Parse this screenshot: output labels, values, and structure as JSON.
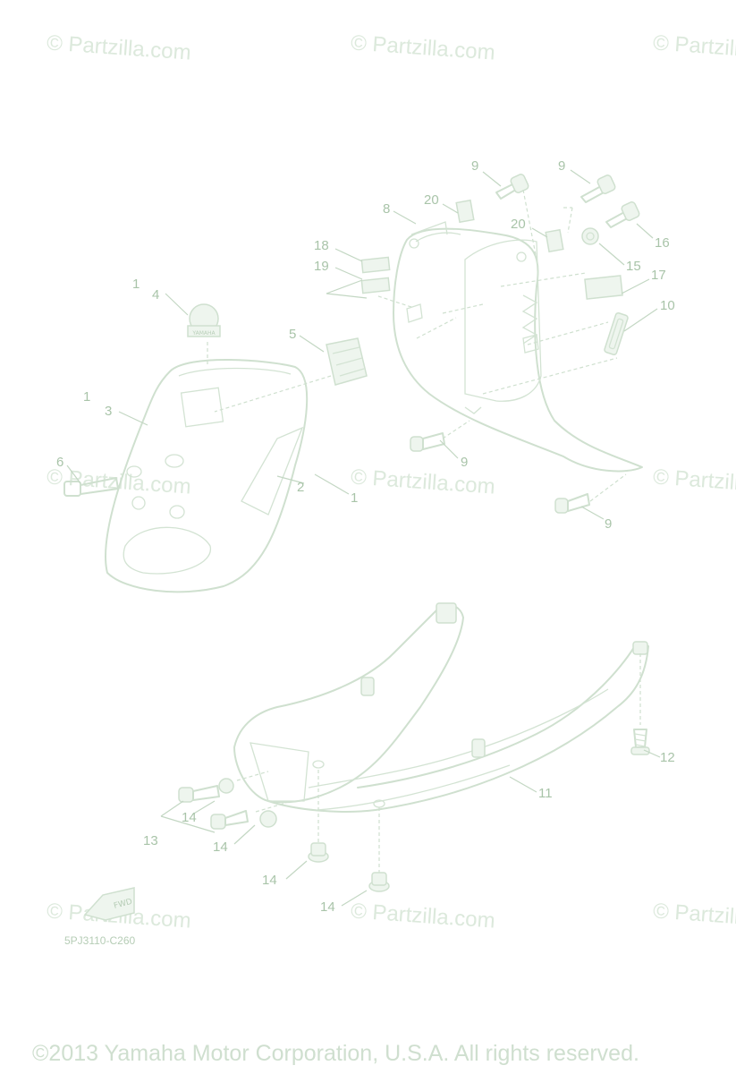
{
  "watermark": {
    "text": "© Partzilla.com"
  },
  "callouts": [
    "9",
    "9",
    "20",
    "8",
    "20",
    "16",
    "18",
    "15",
    "19",
    "17",
    "10",
    "1",
    "4",
    "5",
    "1",
    "3",
    "6",
    "2",
    "1",
    "9",
    "9",
    "12",
    "11",
    "14",
    "13",
    "14",
    "14",
    "14"
  ],
  "diagram_code": "5PJ3110-C260",
  "fwd_label": "FWD",
  "emblem_label": "YAMAHA",
  "copyright": "©2013 Yamaha Motor Corporation, U.S.A. All rights reserved."
}
